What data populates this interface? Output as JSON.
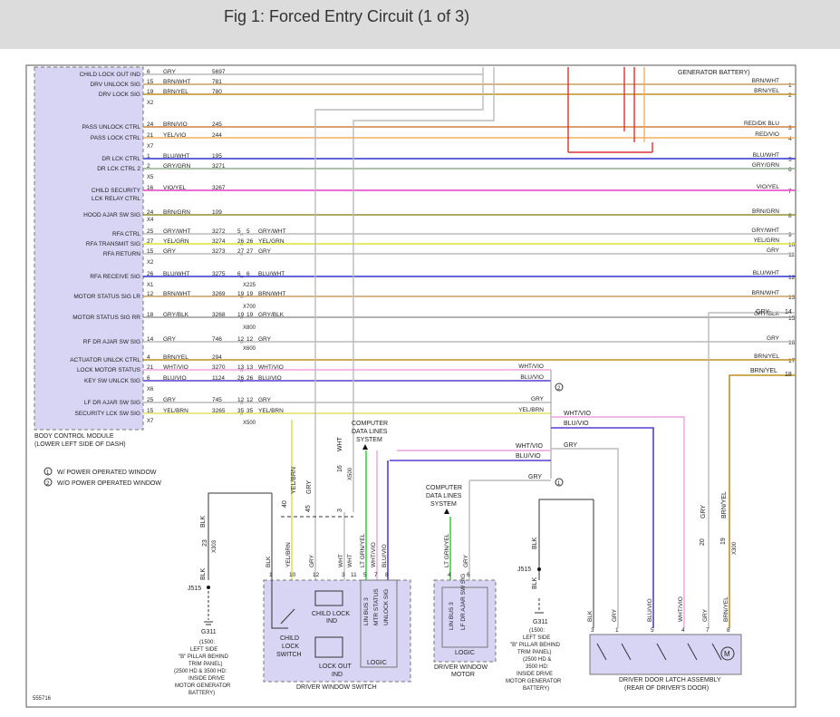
{
  "title": "Fig 1: Forced Entry Circuit (1 of 3)",
  "bcm": {
    "name": "BODY CONTROL MODULE",
    "location": "(LOWER LEFT SIDE OF DASH)",
    "rows": [
      {
        "label": "CHILD LOCK OUT IND",
        "pin": "6",
        "color": "GRY",
        "circuit": "5697",
        "right": "",
        "num": ""
      },
      {
        "label": "DRV UNLOCK SIG",
        "pin": "15",
        "color": "BRN/WHT",
        "circuit": "781",
        "right": "BRN/WHT",
        "num": "1"
      },
      {
        "label": "DRV LOCK SIG",
        "pin": "19",
        "color": "BRN/YEL",
        "circuit": "780",
        "right": "BRN/YEL",
        "num": "2"
      },
      {
        "label": "PASS UNLOCK CTRL",
        "pin": "24",
        "color": "BRN/VIO",
        "circuit": "245",
        "right": "RED/DK BLU",
        "num": "3"
      },
      {
        "label": "PASS LOCK CTRL",
        "pin": "21",
        "color": "YEL/VIO",
        "circuit": "244",
        "right": "RED/VIO",
        "num": "4"
      },
      {
        "label": "DR LCK CTRL",
        "pin": "1",
        "color": "BLU/WHT",
        "circuit": "195",
        "right": "BLU/WHT",
        "num": "5"
      },
      {
        "label": "DR LCK CTRL 2",
        "pin": "2",
        "color": "GRY/GRN",
        "circuit": "3271",
        "right": "GRY/GRN",
        "num": "6"
      },
      {
        "label": "CHILD SECURITY",
        "pin": "16",
        "color": "VIO/YEL",
        "circuit": "3267",
        "right": "VIO/YEL",
        "num": "7"
      },
      {
        "label": "LCK RELAY CTRL",
        "pin": "",
        "color": "",
        "circuit": "",
        "right": "",
        "num": ""
      },
      {
        "label": "HOOD AJAR SW SIG",
        "pin": "24",
        "color": "BRN/GRN",
        "circuit": "109",
        "right": "BRN/GRN",
        "num": "8"
      },
      {
        "label": "RFA CTRL",
        "pin": "25",
        "color": "GRY/WHT",
        "circuit": "3272",
        "right": "GRY/WHT",
        "num": "9"
      },
      {
        "label": "RFA TRANSMIT SIG",
        "pin": "27",
        "color": "YEL/GRN",
        "circuit": "3274",
        "right": "YEL/GRN",
        "num": "10"
      },
      {
        "label": "RFA RETURN",
        "pin": "15",
        "color": "GRY",
        "circuit": "3273",
        "right": "GRY",
        "num": "11"
      },
      {
        "label": "RFA RECEIVE SIG",
        "pin": "26",
        "color": "BLU/WHT",
        "circuit": "3275",
        "right": "BLU/WHT",
        "num": "12"
      },
      {
        "label": "MOTOR STATUS SIG LR",
        "pin": "12",
        "color": "BRN/WHT",
        "circuit": "3269",
        "right": "BRN/WHT",
        "num": "13"
      },
      {
        "label": "MOTOR STATUS SIG RR",
        "pin": "18",
        "color": "GRY/BLK",
        "circuit": "3268",
        "right": "GRY/BLK",
        "num": "15"
      },
      {
        "label": "RF DR AJAR SW SIG",
        "pin": "14",
        "color": "GRY",
        "circuit": "746",
        "right": "GRY",
        "num": "16"
      },
      {
        "label": "ACTUATOR UNLCK CTRL",
        "pin": "4",
        "color": "BRN/YEL",
        "circuit": "294",
        "right": "BRN/YEL",
        "num": "17"
      },
      {
        "label": "LOCK MOTOR STATUS",
        "pin": "21",
        "color": "WHT/VIO",
        "circuit": "3270",
        "right": "WHT/VIO",
        "num": ""
      },
      {
        "label": "KEY SW UNLCK SIG",
        "pin": "6",
        "color": "BLU/VIO",
        "circuit": "1124",
        "right": "BLU/VIO",
        "num": ""
      },
      {
        "label": "LF DR AJAR SW SIG",
        "pin": "25",
        "color": "GRY",
        "circuit": "745",
        "right": "GRY",
        "num": ""
      },
      {
        "label": "SECURITY LCK SW SIG",
        "pin": "15",
        "color": "YEL/BRN",
        "circuit": "3265",
        "right": "YEL/BRN",
        "num": ""
      }
    ],
    "connectors": [
      "X2",
      "X7",
      "X5",
      "X4",
      "X2",
      "X1",
      "X6",
      "X7"
    ]
  },
  "inline": {
    "rows": [
      {
        "a": "5",
        "b": "5",
        "c": "GRY/WHT"
      },
      {
        "a": "26",
        "b": "26",
        "c": "YEL/GRN"
      },
      {
        "a": "27",
        "b": "27",
        "c": "GRY"
      },
      {
        "a": "6",
        "b": "6",
        "c": "BLU/WHT"
      },
      {
        "a": "19",
        "b": "19",
        "c": "BRN/WHT"
      },
      {
        "a": "19",
        "b": "19",
        "c": "GRY/BLK"
      },
      {
        "a": "12",
        "b": "12",
        "c": "GRY"
      },
      {
        "a": "13",
        "b": "13",
        "c": "WHT/VIO"
      },
      {
        "a": "26",
        "b": "26",
        "c": "BLU/VIO"
      },
      {
        "a": "12",
        "b": "12",
        "c": "GRY"
      },
      {
        "a": "35",
        "b": "35",
        "c": "YEL/BRN"
      }
    ],
    "connectors": [
      "X225",
      "X700",
      "X800",
      "X600",
      "X500"
    ]
  },
  "right_extra": {
    "gen_battery": "GENERATOR BATTERY)",
    "gry14": "GRY",
    "num14": "14",
    "brnyel18": "BRN/YEL",
    "num18": "18"
  },
  "notes": {
    "n1": "W/ POWER OPERATED WINDOW",
    "n2": "W/O POWER OPERATED WINDOW",
    "sym1": "1",
    "sym2": "2"
  },
  "cdl": {
    "line1": "COMPUTER",
    "line2": "DATA LINES",
    "line3": "SYSTEM"
  },
  "switch": {
    "name": "DRIVER WINDOW SWITCH",
    "child_lock": "CHILD\nLOCK\nSWITCH",
    "child_lock_l1": "CHILD",
    "child_lock_l2": "LOCK",
    "child_lock_l3": "SWITCH",
    "ind1": "CHILD LOCK",
    "ind2": "IND",
    "lockout1": "LOCK OUT",
    "lockout2": "IND",
    "logic": "LOGIC",
    "pins": [
      "1",
      "10",
      "12",
      "3",
      "11",
      "5",
      "7",
      "8"
    ],
    "wires": [
      "BLK",
      "YEL/BRN",
      "GRY",
      "WHT",
      "WHT",
      "LT GRN/YEL",
      "WHT/VIO",
      "BLU/VIO"
    ],
    "sigs": [
      "LIN BUS 3",
      "MTR STATUS",
      "UNLOCK SIG"
    ]
  },
  "motor": {
    "name1": "DRIVER WINDOW",
    "name2": "MOTOR",
    "logic": "LOGIC",
    "pins": [
      "4",
      "6"
    ],
    "wires": [
      "LT GRN/YEL",
      "GRY"
    ],
    "sigs": [
      "LIN BUS 3",
      "LF DR AJAR SW SIG"
    ]
  },
  "latch": {
    "name1": "DRIVER DOOR LATCH ASSEMBLY",
    "name2": "(REAR OF DRIVER'S DOOR)",
    "pins": [
      "3",
      "1",
      "5",
      "4",
      "7",
      "8"
    ],
    "wires": [
      "BLK",
      "GRY",
      "BLU/VIO",
      "WHT/VIO",
      "GRY",
      "BRN/YEL"
    ],
    "motor": "M"
  },
  "ground": {
    "blk": "BLK",
    "pin23": "23",
    "x303": "X303",
    "j515": "J515",
    "g311": "G311",
    "l1": "(1500:",
    "l2": "LEFT SIDE",
    "l3": "\"B\" PILLAR BEHIND",
    "l4": "TRIM PANEL)",
    "l5": "(2500 HD & 3500 HD:",
    "l6": "INSIDE DRIVE",
    "l7": "MOTOR GENERATOR",
    "l8": "BATTERY)"
  },
  "ground2": {
    "blk": "BLK",
    "j515": "J515",
    "g311": "G311",
    "l1": "(1500:",
    "l2": "LEFT SIDE",
    "l3": "\"B\" PILLAR BEHIND",
    "l4": "TRIM PANEL)",
    "l5": "(2500 HD &",
    "l6": "3500 HD:",
    "l7": "INSIDE DRIVE",
    "l8": "MOTOR GENERATOR",
    "l9": "BATTERY)"
  },
  "mid_labels": {
    "p40": "40",
    "p45": "45",
    "p3": "3",
    "p16": "16",
    "x500": "X500",
    "yelbrn": "YEL/BRN",
    "gry": "GRY",
    "wht": "WHT",
    "p20": "20",
    "p19": "19",
    "x300": "X300",
    "gry2": "GRY",
    "brnyel": "BRN/YEL",
    "wv": "WHT/VIO",
    "bv": "BLU/VIO",
    "g": "GRY"
  },
  "diagram_id": "555716",
  "colors": {
    "bcm": "#d8d4f4",
    "module": "#d8d4f4",
    "border": "#777"
  }
}
